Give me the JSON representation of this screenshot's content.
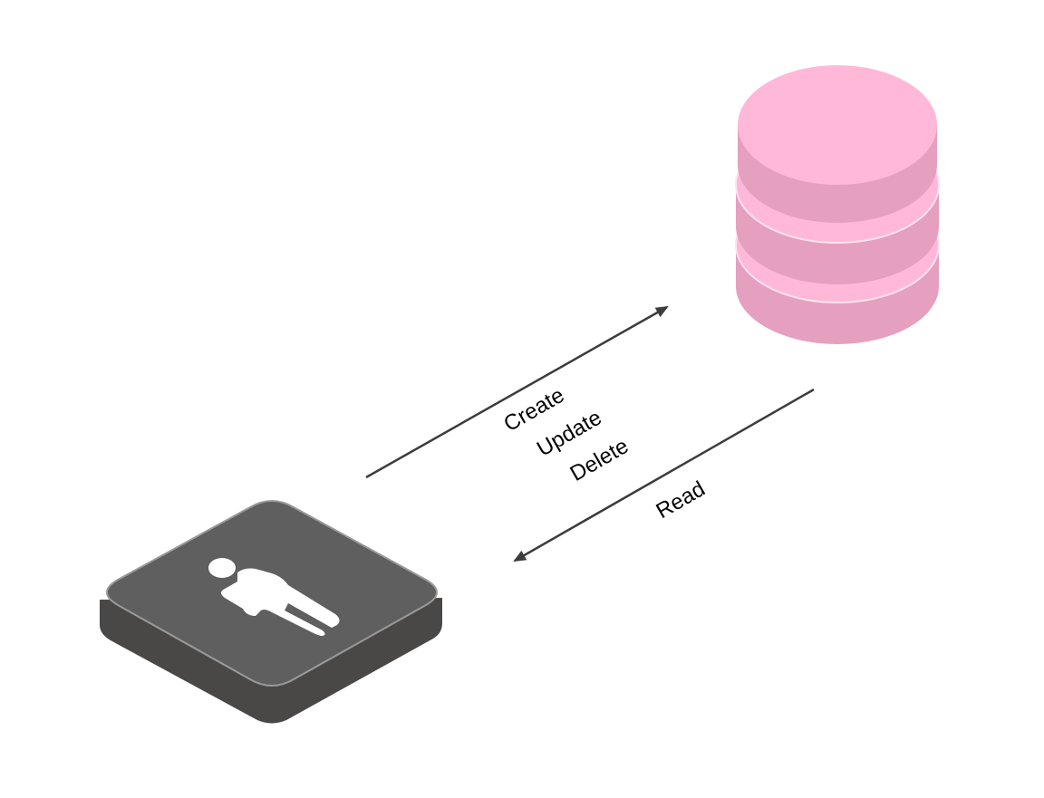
{
  "diagram": {
    "nodes": [
      {
        "id": "user",
        "icon": "user-icon",
        "shape": "isometric-tile"
      },
      {
        "id": "database",
        "icon": "database-icon",
        "shape": "stacked-cylinder"
      }
    ],
    "edges": [
      {
        "from": "user",
        "to": "database",
        "labels": [
          "Create",
          "Update",
          "Delete"
        ]
      },
      {
        "from": "database",
        "to": "user",
        "labels": [
          "Read"
        ]
      }
    ]
  },
  "colors": {
    "tile_top": "#5f5f5f",
    "tile_side": "#4a4747",
    "db_top": "#ffb8d8",
    "db_side": "#e6a0bf",
    "arrow": "#3c3c3c",
    "text": "#000000"
  }
}
